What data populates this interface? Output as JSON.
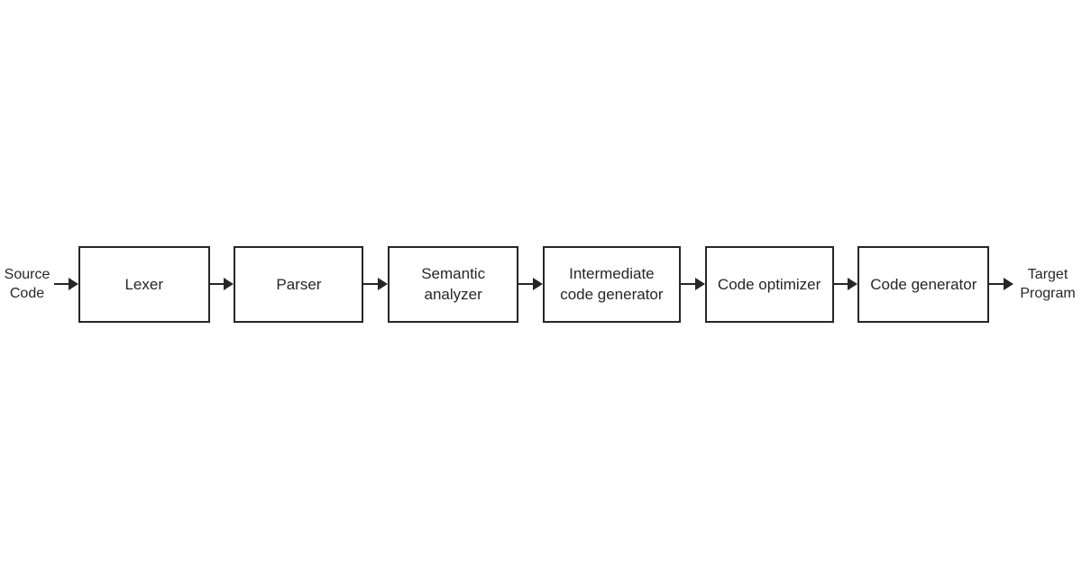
{
  "diagram": {
    "type": "flowchart",
    "direction": "left-to-right",
    "source_label": "Source\nCode",
    "target_label": "Target\nProgram",
    "stages": [
      {
        "label": "Lexer"
      },
      {
        "label": "Parser"
      },
      {
        "label": "Semantic\nanalyzer"
      },
      {
        "label": "Intermediate\ncode generator"
      },
      {
        "label": "Code optimizer"
      },
      {
        "label": "Code generator"
      }
    ],
    "connector": "arrow-right",
    "colors": {
      "line": "#262626",
      "text": "#262626",
      "background": "#ffffff",
      "box_fill": "#ffffff"
    }
  }
}
